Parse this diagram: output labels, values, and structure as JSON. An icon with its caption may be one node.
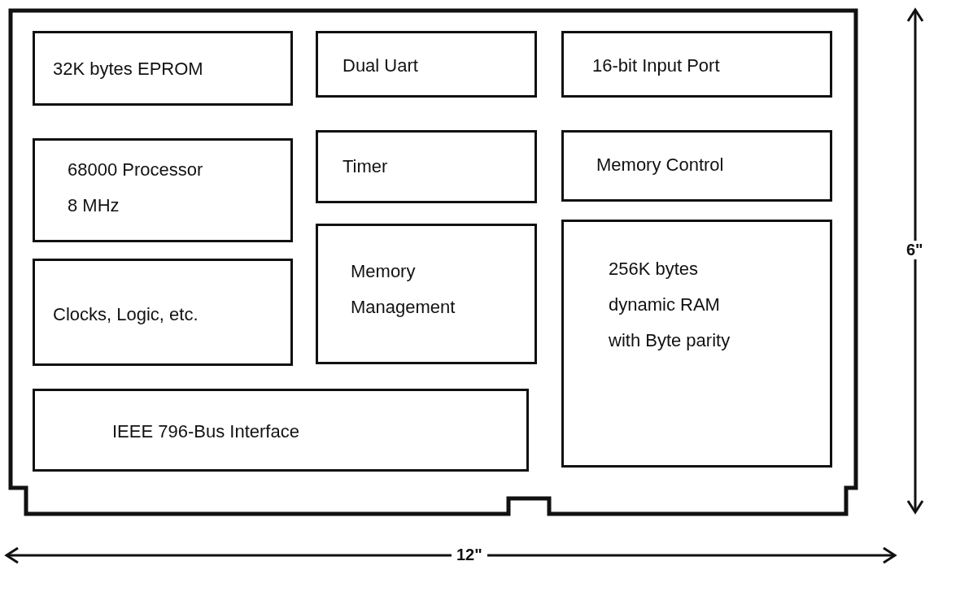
{
  "diagram": {
    "nodes": [
      {
        "text": [],
        "shape": "box"
      },
      {
        "text": [
          "32K bytes EPROM"
        ],
        "in": 0
      },
      {
        "text": [
          "Dual Uart"
        ],
        "in": 0
      },
      {
        "text": [
          "16-bit Input Port"
        ],
        "in": 0
      },
      {
        "text": [
          "68000 Processor 8 MHz"
        ],
        "in": 0
      },
      {
        "text": [
          "Timer"
        ],
        "in": 0
      },
      {
        "text": [
          "Memory Control"
        ],
        "in": 0
      },
      {
        "text": [
          "Clocks, Logic, etc."
        ],
        "in": 0
      },
      {
        "text": [
          "Memory Management"
        ],
        "in": 0
      },
      {
        "text": [
          "256K bytes dynamic RAM with Byte parity"
        ],
        "in": 0
      },
      {
        "text": [
          "IEEE 796-Bus Interface"
        ],
        "in": 0
      }
    ],
    "edges": [],
    "labels": [
      "6\"",
      "12\""
    ]
  }
}
